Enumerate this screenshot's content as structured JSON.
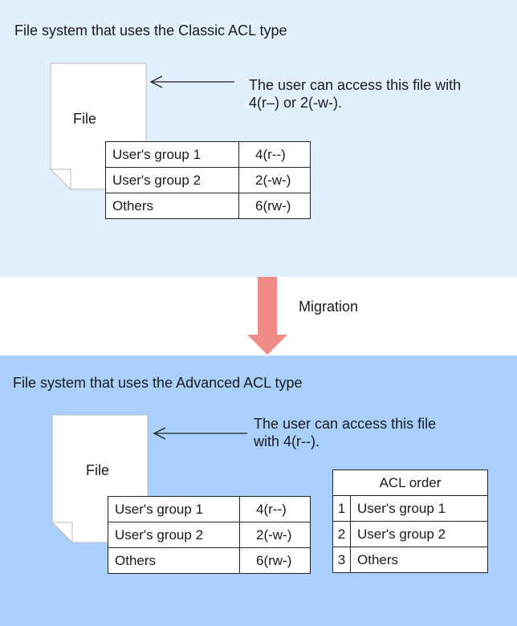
{
  "top": {
    "title": "File system that uses the Classic ACL type",
    "file_label": "File",
    "note_lines": [
      "The user can access this file with",
      "4(r–) or 2(-w-)."
    ],
    "acl": [
      {
        "group": "User's group 1",
        "perm": "4(r--)"
      },
      {
        "group": "User's group 2",
        "perm": "2(-w-)"
      },
      {
        "group": "Others",
        "perm": "6(rw-)"
      }
    ]
  },
  "migration": {
    "label": "Migration",
    "arrow_color": "#f28a86"
  },
  "bottom": {
    "title": "File system that uses the Advanced ACL type",
    "file_label": "File",
    "note_lines": [
      "The user can access this file",
      "with 4(r--)."
    ],
    "acl": [
      {
        "group": "User's group 1",
        "perm": "4(r--)"
      },
      {
        "group": "User's group 2",
        "perm": "2(-w-)"
      },
      {
        "group": "Others",
        "perm": "6(rw-)"
      }
    ],
    "order": {
      "header": "ACL order",
      "rows": [
        {
          "num": "1",
          "group": "User's group 1"
        },
        {
          "num": "2",
          "group": "User's group 2"
        },
        {
          "num": "3",
          "group": "Others"
        }
      ]
    }
  },
  "colors": {
    "top_panel": "#e2efff",
    "bottom_panel": "#a9d0ff"
  }
}
